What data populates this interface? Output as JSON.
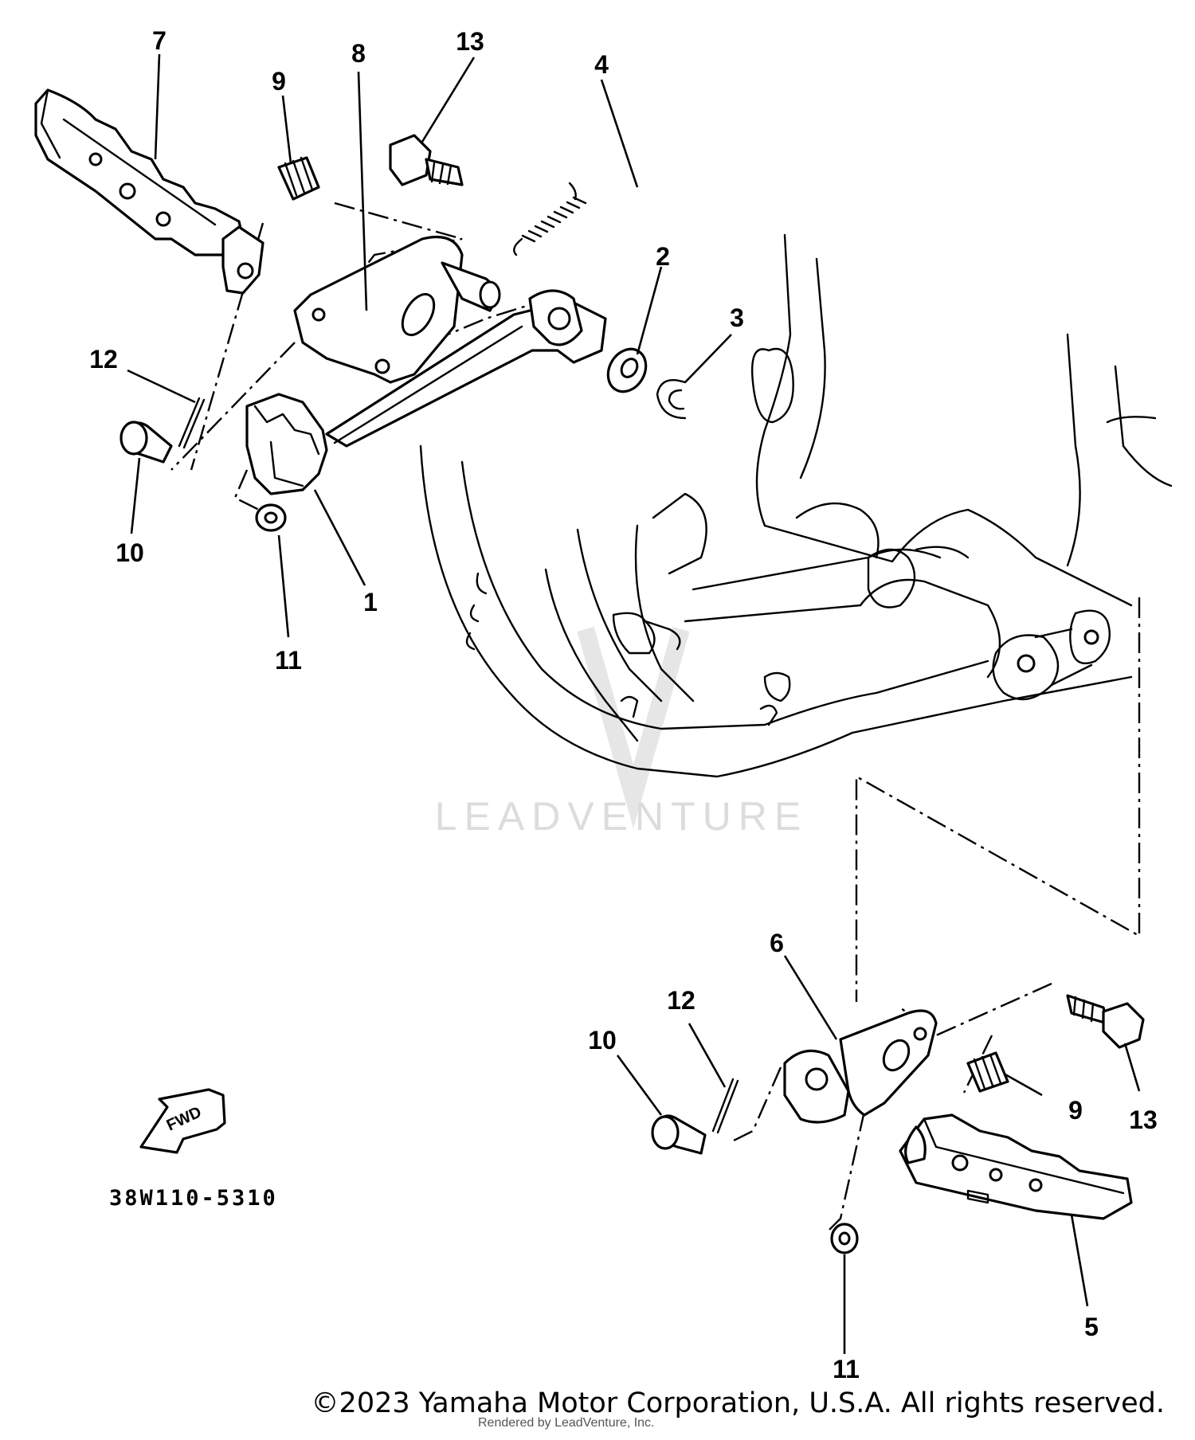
{
  "diagram": {
    "watermark": "LEADVENTURE",
    "callouts": {
      "c1": "1",
      "c2": "2",
      "c3": "3",
      "c4": "4",
      "c5": "5",
      "c6": "6",
      "c7": "7",
      "c8": "8",
      "c9a": "9",
      "c9b": "9",
      "c10a": "10",
      "c10b": "10",
      "c11a": "11",
      "c11b": "11",
      "c12a": "12",
      "c12b": "12",
      "c13a": "13",
      "c13b": "13"
    },
    "fwd_label": "FWD",
    "diagram_code": "38W110-5310"
  },
  "footer": {
    "copyright": "©2023 Yamaha Motor Corporation, U.S.A. All rights reserved.",
    "rendered_by": "Rendered by LeadVenture, Inc."
  }
}
